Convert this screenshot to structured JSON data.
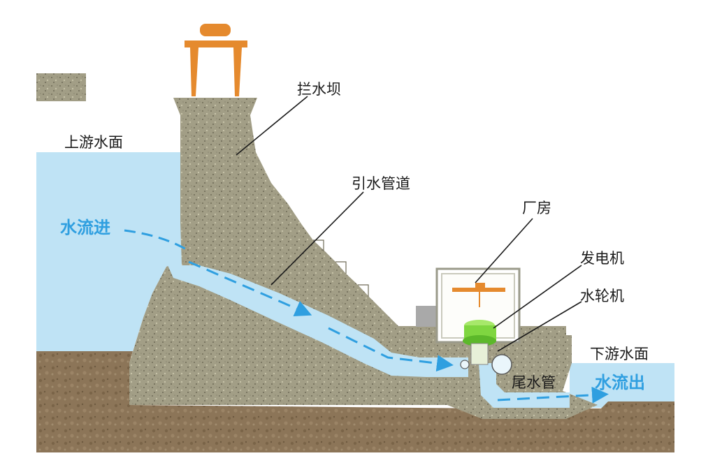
{
  "labels": {
    "dam": "拦水坝",
    "upstream": "上游水面",
    "penstock": "引水管道",
    "powerhouse": "厂房",
    "generator": "发电机",
    "turbine": "水轮机",
    "downstream": "下游水面",
    "draft_tube": "尾水管",
    "flow_in": "水流进",
    "flow_out": "水流出"
  },
  "colors": {
    "water": "#bfe3f5",
    "flow_arrow": "#2f9fe0",
    "concrete": "#9e9a82",
    "ground": "#8a7355",
    "crane": "#e58a2e",
    "generator": "#7fd640"
  }
}
